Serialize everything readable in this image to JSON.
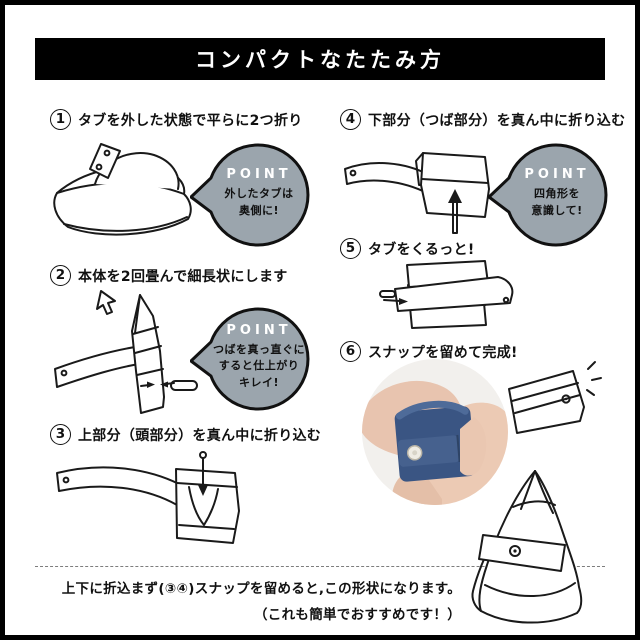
{
  "header": {
    "title": "コンパクトなたたみ方"
  },
  "steps": [
    {
      "number": "1",
      "label": "タブを外した状態で平らに2つ折り"
    },
    {
      "number": "2",
      "label": "本体を2回畳んで細長状にします"
    },
    {
      "number": "3",
      "label": "上部分（頭部分）を真ん中に折り込む"
    },
    {
      "number": "4",
      "label": "下部分（つば部分）を真ん中に折り込む"
    },
    {
      "number": "5",
      "label": "タブをくるっと!"
    },
    {
      "number": "6",
      "label": "スナップを留めて完成!"
    }
  ],
  "points": [
    {
      "title": "POINT",
      "lines": [
        "外したタブは",
        "奥側に!"
      ]
    },
    {
      "title": "POINT",
      "lines": [
        "つばを真っ直ぐに",
        "すると仕上がり",
        "キレイ!"
      ]
    },
    {
      "title": "POINT",
      "lines": [
        "四角形を",
        "意識して!"
      ]
    }
  ],
  "footer": {
    "line1": "上下に折込まず(③④)スナップを留めると,この形状になります。",
    "line2": "（これも簡単でおすすめです！）"
  },
  "illustrations": {
    "step1": "hat-half-folded-with-tab",
    "step2": "hat-folded-into-strip",
    "step3": "top-part-folded-to-middle",
    "step4": "bottom-part-folded-to-middle",
    "step5": "tab-wrapped-around",
    "step6": "finished-snap-package",
    "photo": "hands-holding-folded-denim-hat",
    "bottom": "cone-shape-hat-with-snap"
  },
  "colors": {
    "frame": "#000000",
    "header_bg": "#000000",
    "header_text": "#ffffff",
    "bubble_fill": "#9ba5ad",
    "line_art": "#1a1a1a",
    "denim": "#3a5583"
  }
}
